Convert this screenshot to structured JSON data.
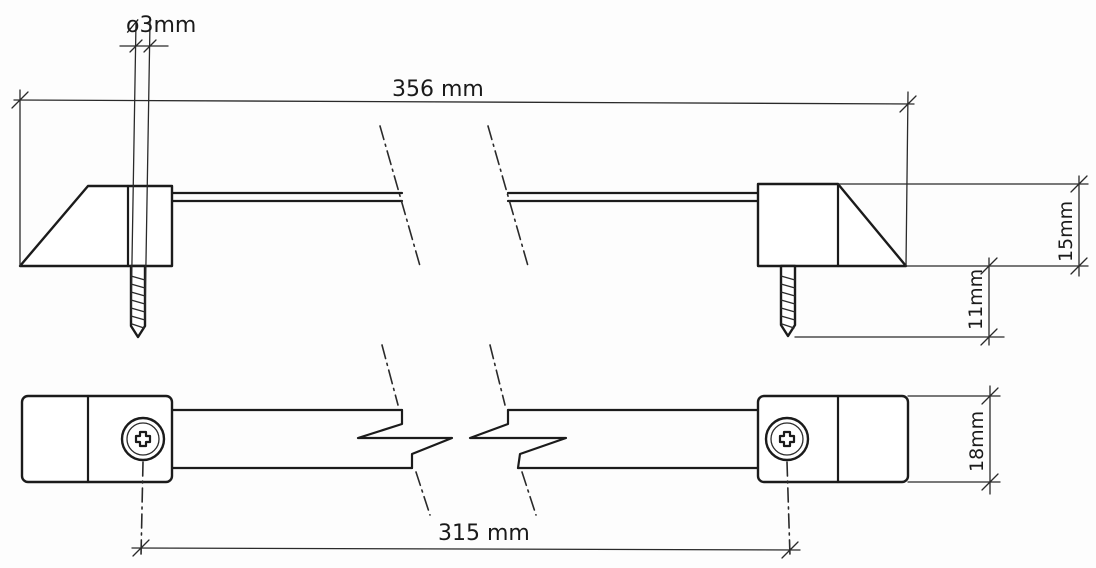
{
  "dimensions": {
    "screw_diameter": "ø3mm",
    "overall_length": "356 mm",
    "height": "15mm",
    "screw_length": "11mm",
    "width": "18mm",
    "hole_spacing": "315 mm"
  },
  "colors": {
    "ink": "#1b1b1b",
    "paper": "#fdfdfd"
  }
}
